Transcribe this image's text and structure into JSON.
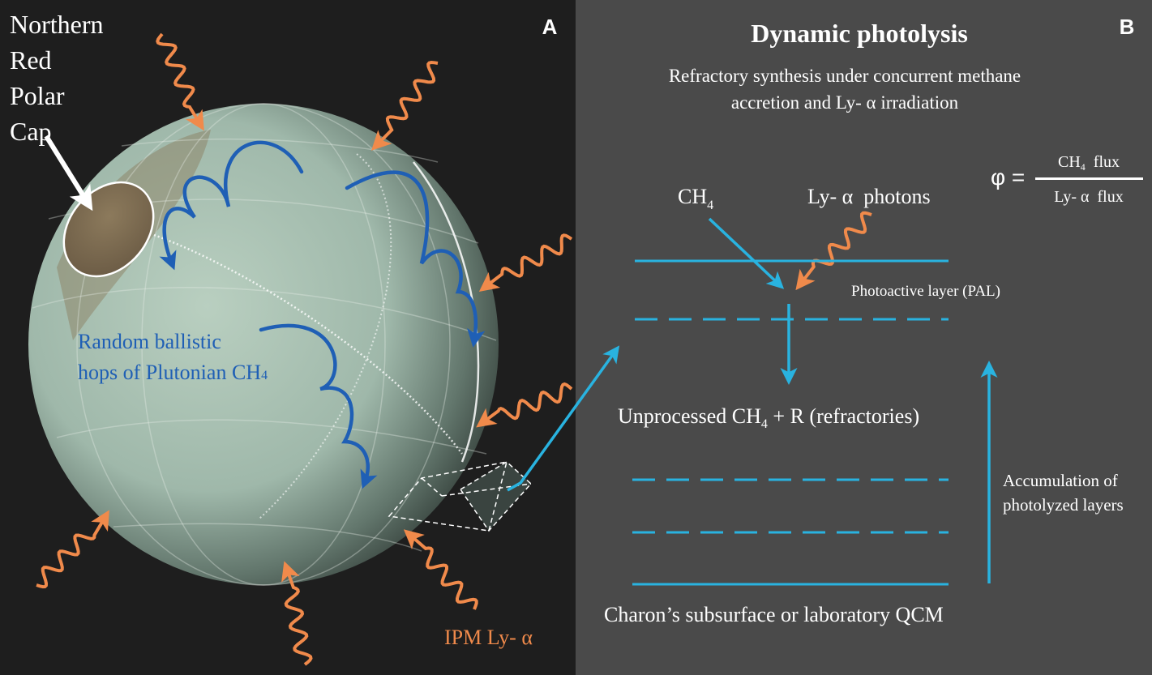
{
  "panel_a": {
    "label": "A",
    "polar_cap_label": [
      "Northern",
      "Red",
      "Polar",
      "Cap"
    ],
    "hops_label_line1": "Random ballistic",
    "hops_label_line2": "hops of Plutonian CH",
    "hops_label_sub": "4",
    "ipm_label": "IPM Ly- α"
  },
  "panel_b": {
    "label": "B",
    "title": "Dynamic photolysis",
    "subtitle_line1": "Refractory synthesis under concurrent methane",
    "subtitle_line2": "accretion and Ly- α irradiation",
    "formula": {
      "lhs": "φ =",
      "numerator": "CH",
      "numerator_sub": "4",
      "numerator_tail": "  flux",
      "denominator": "Ly- α  flux"
    },
    "ch4_label": "CH",
    "ch4_sub": "4",
    "photons_label": "Ly- α  photons",
    "pal_label": "Photoactive layer (PAL)",
    "unprocessed_label": "Unprocessed CH",
    "unprocessed_sub": "4",
    "unprocessed_tail": " + R (refractories)",
    "accumulation_line1": "Accumulation of",
    "accumulation_line2": "photolyzed layers",
    "bottom_label": "Charon’s subsurface or laboratory QCM"
  },
  "colors": {
    "left_bg": "#1e1e1e",
    "right_bg": "#4a4a4a",
    "orange": "#f08a4b",
    "blue": "#1f5fb5",
    "cyan": "#29b3e0",
    "white": "#ffffff"
  }
}
